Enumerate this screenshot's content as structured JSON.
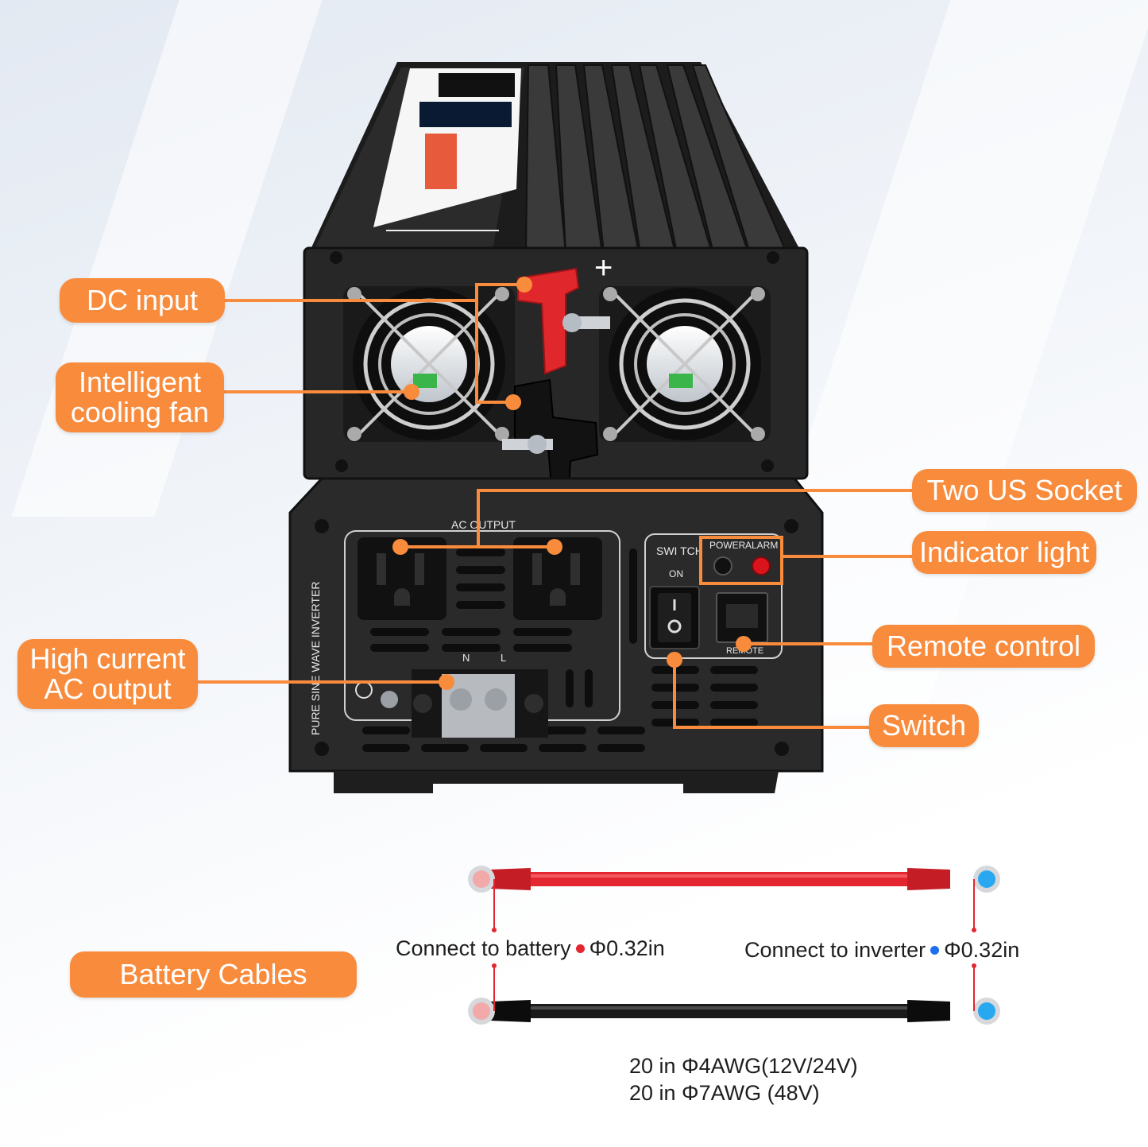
{
  "colors": {
    "accent": "#f98b3c",
    "red_terminal": "#e0282c",
    "blue_terminal": "#27a8f0",
    "cable_red": "#e32630",
    "cable_black": "#1b1b1b"
  },
  "device": {
    "panel_labels": {
      "ac_output": "AC OUTPUT",
      "switch": "SWI TCH",
      "on": "ON",
      "power": "POWER",
      "alarm": "ALARM",
      "remote": "REMOTE",
      "n": "N",
      "l": "L",
      "side": "PURE SINE WAVE INVERTER",
      "plus": "+"
    }
  },
  "callouts": {
    "dc_input": "DC input",
    "cooling_fan_line1": "Intelligent",
    "cooling_fan_line2": "cooling fan",
    "ac_output_line1": "High current",
    "ac_output_line2": "AC output",
    "us_socket": "Two US Socket",
    "indicator": "Indicator light",
    "remote": "Remote control",
    "switch": "Switch"
  },
  "cables": {
    "title": "Battery Cables",
    "battery_label": "Connect to battery",
    "battery_size": "Φ0.32in",
    "inverter_label": "Connect to inverter",
    "inverter_size": "Φ0.32in",
    "spec_line1": "20 in Φ4AWG(12V/24V)",
    "spec_line2": "20 in Φ7AWG (48V)"
  }
}
